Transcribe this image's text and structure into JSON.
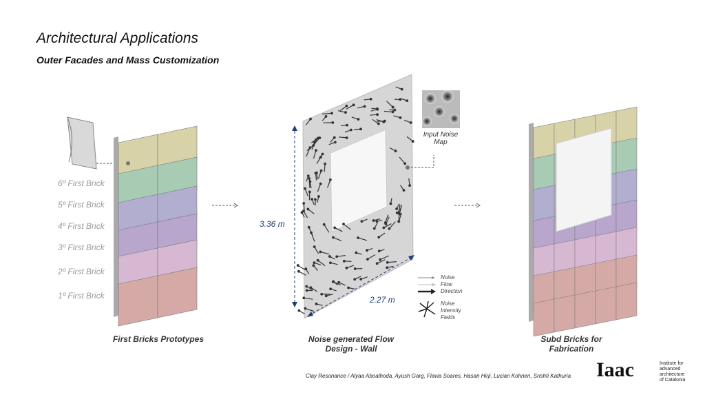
{
  "title": "Architectural Applications",
  "subtitle": "Outer Facades and Mass Customization",
  "brick_labels": [
    "6º First Brick",
    "5º First Brick",
    "4º First Brick",
    "3º First Brick",
    "2º First Brick",
    "1º First Brick"
  ],
  "brick_colors": [
    "#d8d2a8",
    "#a8cbb4",
    "#b2aed0",
    "#b8a6cc",
    "#d7b8d2",
    "#d5aaa6"
  ],
  "dimensions": {
    "height": "3.36 m",
    "width": "2.27 m"
  },
  "noise_map_label": "Input Noise Map",
  "legend": {
    "line1": [
      "Noise",
      "Flow",
      "Direction"
    ],
    "line2": [
      "Noise",
      "Intensity",
      "Fields"
    ]
  },
  "captions": {
    "left": "First Bricks Prototypes",
    "middle_1": "Noise generated  Flow",
    "middle_2": "Design - Wall",
    "right_1": "Subd Bricks for",
    "right_2": "Fabrication"
  },
  "credits": "Clay Resonance / Alyaa Aboalhoda, Ayush Garg, Flavia Soares, Hasan Hirji,  Lucian Kohnen, Srishti Kathuria",
  "logo": {
    "mark": "Iaac",
    "text": [
      "Institute for",
      "advanced",
      "architecture",
      "of Catalonia"
    ]
  }
}
